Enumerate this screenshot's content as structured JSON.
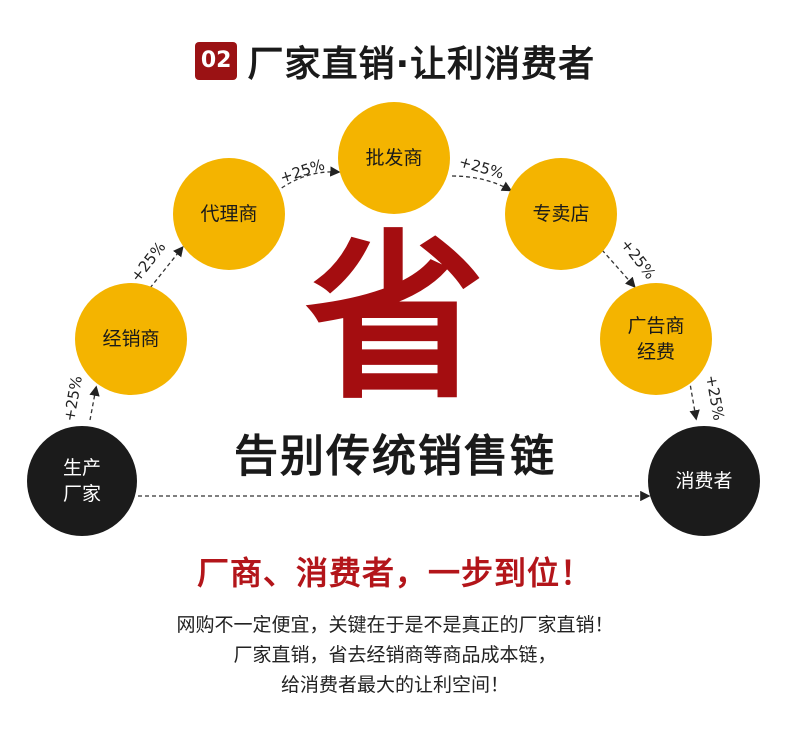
{
  "header": {
    "badge": "02",
    "title": "厂家直销·让利消费者"
  },
  "nodes": {
    "producer": "生产\n厂家",
    "distributor": "经销商",
    "agent": "代理商",
    "wholesaler": "批发商",
    "store": "专卖店",
    "ad_merchant": "广告商\n经费",
    "consumer": "消费者"
  },
  "markup_label": "+25%",
  "big_char": "省",
  "subtitle": "告别传统销售链",
  "slogan": "厂商、消费者，一步到位！",
  "description": [
    "网购不一定便宜，关键在于是不是真正的厂家直销！",
    "厂家直销，省去经销商等商品成本链，",
    "给消费者最大的让利空间！"
  ],
  "colors": {
    "accent_red": "#9b1214",
    "node_gold": "#f4b400",
    "node_dark": "#1b1b1b"
  }
}
